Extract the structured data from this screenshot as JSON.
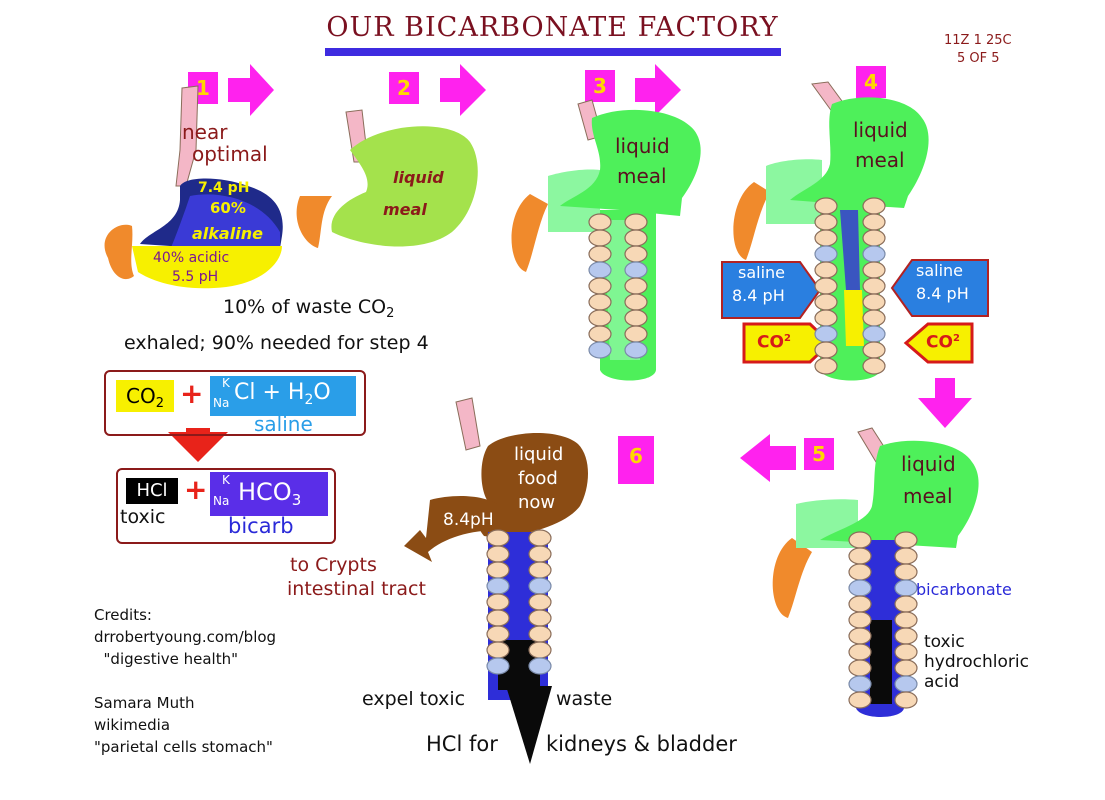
{
  "title": "OUR  BICARBONATE   FACTORY",
  "ref": {
    "code": "11Z 1 25C",
    "page": "5 OF 5"
  },
  "steps": [
    "1",
    "2",
    "3",
    "4",
    "5",
    "6"
  ],
  "step1": {
    "near_optimal": [
      "near",
      "optimal"
    ],
    "alkaline": [
      "7.4 pH",
      "60%",
      "alkaline"
    ],
    "acidic": [
      "40% acidic",
      "5.5 pH"
    ]
  },
  "waste": {
    "line1": "10% of waste CO",
    "sub": "2",
    "line2": "exhaled; 90% needed for step 4"
  },
  "liquid_meal": [
    "liquid",
    "meal"
  ],
  "liquid_meal2": [
    "liquid",
    "meal"
  ],
  "step4": {
    "saline_left": [
      "saline",
      "8.4 pH"
    ],
    "saline_right": [
      "saline",
      "8.4 pH"
    ],
    "co2": "CO",
    "co2_sup": "2"
  },
  "equation": {
    "co2": "CO",
    "co2_sub": "2",
    "plus1": "+",
    "k": "K",
    "na": "Na",
    "cl_h2o": "Cl + H",
    "h2o_sub": "2",
    "o": "O",
    "saline": "saline",
    "hcl": "HCl",
    "plus2": "+",
    "hco": "HCO",
    "hco_sub": "3",
    "toxic": "toxic",
    "bicarb": "bicarb"
  },
  "step6": {
    "food": [
      "liquid",
      "food",
      "now"
    ],
    "ph": "8.4pH",
    "crypts": [
      "to Crypts",
      "intestinal tract"
    ],
    "expel_left": "expel toxic",
    "expel_right": "waste",
    "hcl_left": "HCl for",
    "hcl_right": "kidneys & bladder"
  },
  "step5": {
    "bicarbonate": "bicarbonate",
    "toxic": [
      "toxic",
      "hydrochloric",
      "acid"
    ]
  },
  "credits": "Credits:\ndrrobertyoung.com/blog\n  \"digestive health\"\n\nSamara Muth\nwikimedia\n\"parietal cells stomach\"",
  "colors": {
    "title": "#7a1020",
    "bar": "#3e2be0",
    "magenta": "#ff22ee",
    "badge_text": "#ffd700",
    "green": "#4ef05a",
    "mint": "#8cf7a0"
  }
}
